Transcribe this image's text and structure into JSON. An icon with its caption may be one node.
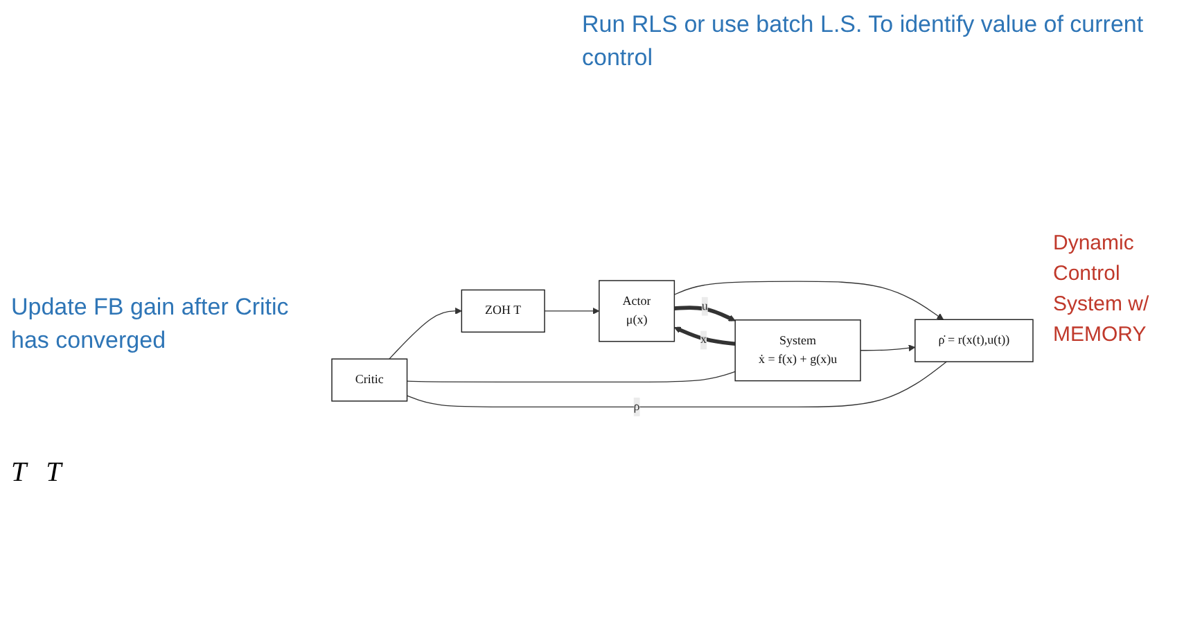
{
  "diagram": {
    "nodes": [
      {
        "text": [
          "Critic"
        ]
      },
      {
        "text": [
          "ZOH T"
        ]
      },
      {
        "text": [
          "ρ̇ = r(x(t),u(t))"
        ]
      },
      {
        "text": [
          "Actor",
          "μ(x)"
        ]
      },
      {
        "text": [
          "System",
          "ẋ = f(x) + g(x)u"
        ]
      }
    ],
    "edges": [
      {
        "from": 0,
        "to": 1,
        "arrow": "to"
      },
      {
        "from": 1,
        "to": 3,
        "arrow": "to"
      },
      {
        "from": 3,
        "to": 4,
        "arrow": "to",
        "label": "u",
        "style": "thick"
      },
      {
        "from": 3,
        "to": 2,
        "arrow": "to"
      },
      {
        "from": 4,
        "to": 3,
        "arrow": "to",
        "label": "x",
        "style": "thick"
      },
      {
        "from": 4,
        "to": 2,
        "arrow": "to"
      },
      {
        "from": 2,
        "to": 0,
        "arrow": "none",
        "label": "ρ"
      },
      {
        "from": 4,
        "to": 0,
        "arrow": "none"
      }
    ],
    "labels": [
      "Run RLS or use batch L.S. To identify value of current control",
      "T",
      "T",
      "Update FB gain after Critic has converged",
      "Dynamic Control System w/ MEMORY"
    ]
  }
}
